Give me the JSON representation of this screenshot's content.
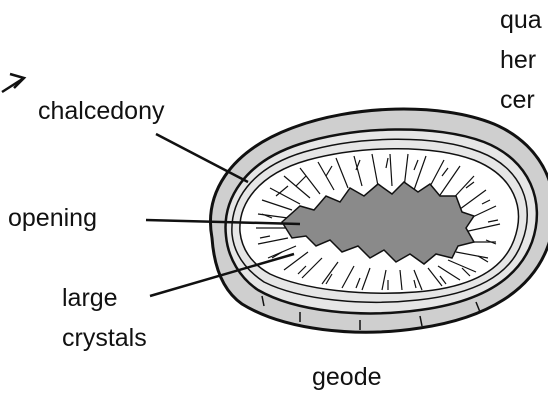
{
  "labels": {
    "chalcedony": "chalcedony",
    "opening": "opening",
    "large_crystals_line1": "large",
    "large_crystals_line2": "crystals",
    "caption": "geode"
  },
  "cropped_text": {
    "line1": "qua",
    "line2": "her",
    "line3": "cer"
  },
  "colors": {
    "outer_rind": "#cfcfcf",
    "chalcedony_band": "#e6e6e6",
    "crystal_fill": "#ffffff",
    "opening_fill": "#8a8a8a",
    "ink": "#111111"
  }
}
